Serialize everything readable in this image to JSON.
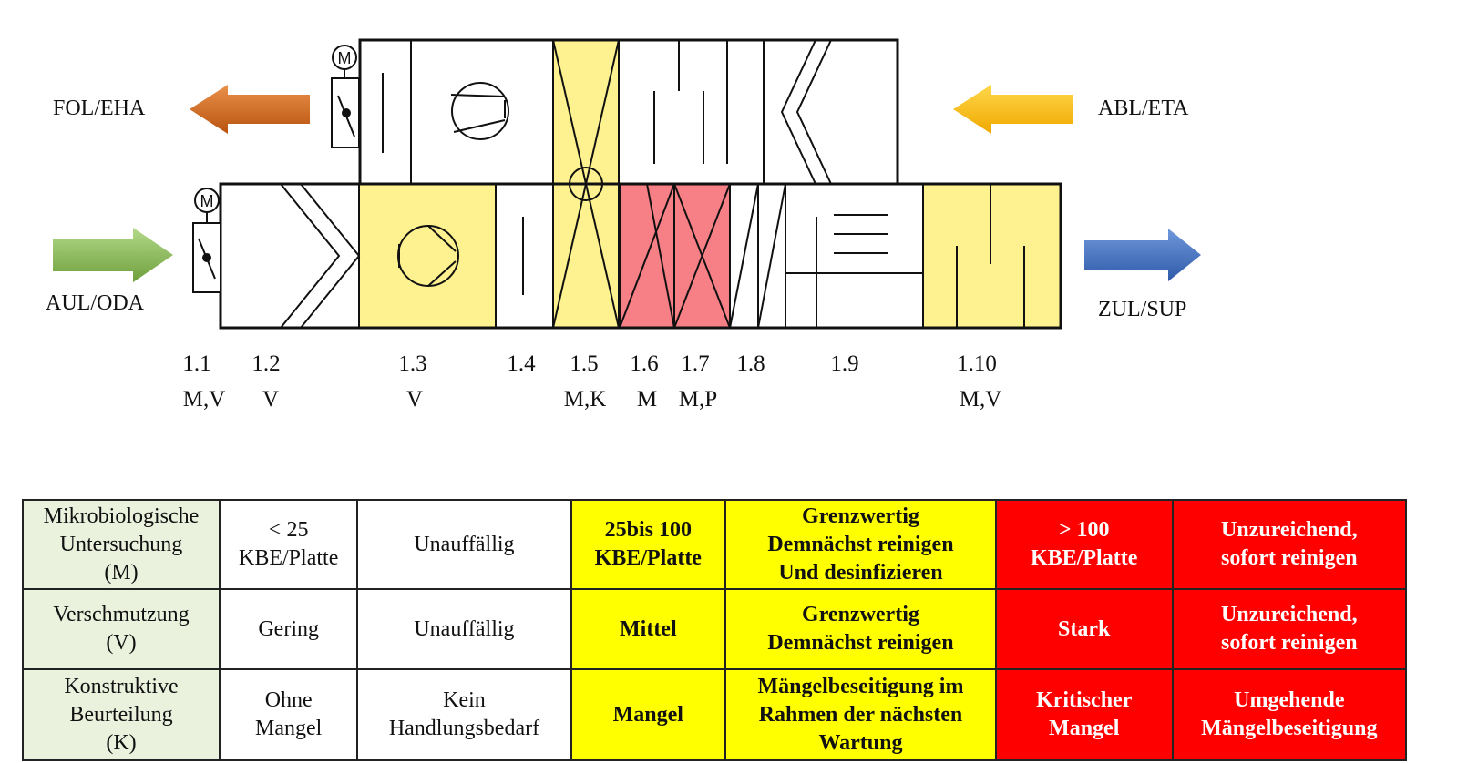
{
  "diagram": {
    "arrows": {
      "exhaust": {
        "label": "FOL/EHA",
        "color": "#d46a1c"
      },
      "extract": {
        "label": "ABL/ETA",
        "color": "#f5b800"
      },
      "outdoor": {
        "label": "AUL/ODA",
        "color": "#8fbf5a"
      },
      "supply": {
        "label": "ZUL/SUP",
        "color": "#4472c4"
      }
    },
    "sections": [
      {
        "id": "1.1",
        "rating": "M,V"
      },
      {
        "id": "1.2",
        "rating": "V"
      },
      {
        "id": "1.3",
        "rating": "V"
      },
      {
        "id": "1.4",
        "rating": ""
      },
      {
        "id": "1.5",
        "rating": "M,K"
      },
      {
        "id": "1.6",
        "rating": "M"
      },
      {
        "id": "1.7",
        "rating": "M,P"
      },
      {
        "id": "1.8",
        "rating": ""
      },
      {
        "id": "1.9",
        "rating": ""
      },
      {
        "id": "1.10",
        "rating": "M,V"
      }
    ],
    "highlight_colors": {
      "borderline": "#fdf28f",
      "critical": "#f77f86"
    },
    "motor_symbol": "M"
  },
  "legend_table": {
    "rows": [
      {
        "category": [
          "Mikrobiologische",
          "Untersuchung",
          "(M)"
        ],
        "good_value": [
          "< 25",
          "KBE/Platte"
        ],
        "good_rating": [
          "Unauffällig"
        ],
        "mid_value": [
          "25bis 100",
          "KBE/Platte"
        ],
        "mid_rating": [
          "Grenzwertig",
          "Demnächst reinigen",
          "Und desinfizieren"
        ],
        "bad_value": [
          "> 100",
          "KBE/Platte"
        ],
        "bad_rating": [
          "Unzureichend,",
          "sofort reinigen"
        ]
      },
      {
        "category": [
          "Verschmutzung",
          "(V)"
        ],
        "good_value": [
          "Gering"
        ],
        "good_rating": [
          "Unauffällig"
        ],
        "mid_value": [
          "Mittel"
        ],
        "mid_rating": [
          "Grenzwertig",
          "Demnächst reinigen"
        ],
        "bad_value": [
          "Stark"
        ],
        "bad_rating": [
          "Unzureichend,",
          "sofort reinigen"
        ]
      },
      {
        "category": [
          "Konstruktive",
          "Beurteilung",
          "(K)"
        ],
        "good_value": [
          "Ohne",
          "Mangel"
        ],
        "good_rating": [
          "Kein",
          "Handlungsbedarf"
        ],
        "mid_value": [
          "Mangel"
        ],
        "mid_rating": [
          "Mängelbeseitigung im",
          "Rahmen der nächsten",
          "Wartung"
        ],
        "bad_value": [
          "Kritischer",
          "Mangel"
        ],
        "bad_rating": [
          "Umgehende",
          "Mängelbeseitigung"
        ]
      }
    ],
    "colors": {
      "category": "#eaf1dd",
      "mid": "#ffff00",
      "bad": "#ff0000"
    }
  }
}
